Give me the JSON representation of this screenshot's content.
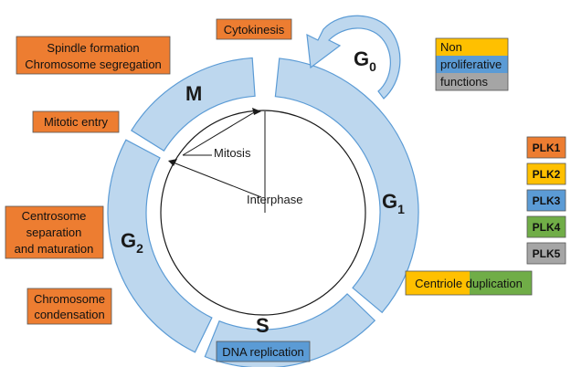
{
  "phases": {
    "m": "M",
    "g0": "G",
    "g0_sub": "0",
    "g1": "G",
    "g1_sub": "1",
    "g2": "G",
    "g2_sub": "2",
    "s": "S"
  },
  "inner": {
    "mitosis": "Mitosis",
    "interphase": "Interphase"
  },
  "events": {
    "cytokinesis": "Cytokinesis",
    "spindle_line1": "Spindle formation",
    "spindle_line2": "Chromosome segregation",
    "mitotic_entry": "Mitotic entry",
    "centrosome_line1": "Centrosome",
    "centrosome_line2": "separation",
    "centrosome_line3": "and maturation",
    "condensation_line1": "Chromosome",
    "condensation_line2": "condensation",
    "dna_replication": "DNA replication",
    "centriole_duplication": "Centriole duplication"
  },
  "nonprolif": {
    "line1": "Non",
    "line2": "proliferative",
    "line3": "functions"
  },
  "legend": [
    {
      "label": "PLK1",
      "color": "#ED7D31"
    },
    {
      "label": "PLK2",
      "color": "#FFC000"
    },
    {
      "label": "PLK3",
      "color": "#5B9BD5"
    },
    {
      "label": "PLK4",
      "color": "#70AD47"
    },
    {
      "label": "PLK5",
      "color": "#A5A5A5"
    }
  ],
  "colors": {
    "ring_fill": "#BDD7EE",
    "ring_stroke": "#5B9BD5",
    "plk1": "#ED7D31",
    "plk2": "#FFC000",
    "plk3": "#5B9BD5",
    "plk4": "#70AD47",
    "plk5": "#A5A5A5"
  }
}
